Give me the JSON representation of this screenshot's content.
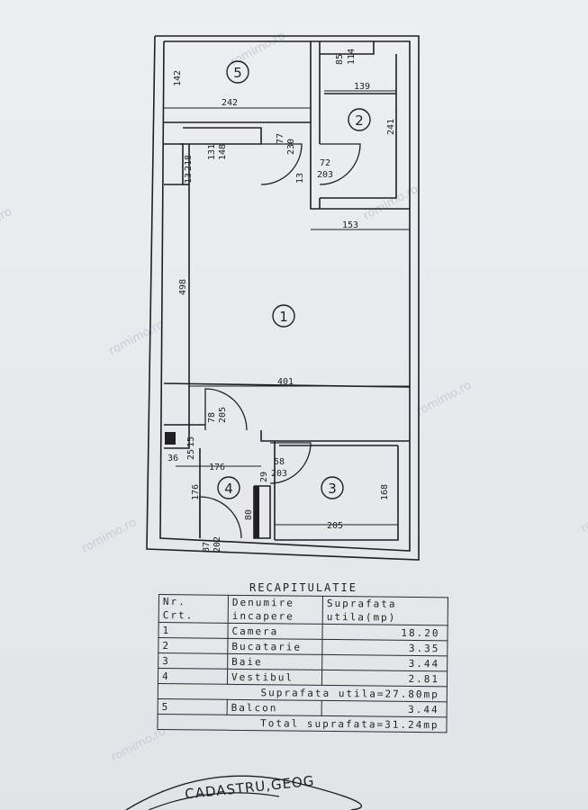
{
  "watermarks": [
    "romimo.ro",
    "romimo.ro",
    "romimo.ro",
    "romimo.ro",
    "romimo.ro",
    "romimo.ro",
    "romimo.ro",
    "romimo.ro"
  ],
  "room_labels": [
    "5",
    "2",
    "1",
    "4",
    "3"
  ],
  "dimensions": [
    "142",
    "242",
    "85",
    "114",
    "139",
    "241",
    "77",
    "230",
    "131",
    "148",
    "72",
    "203",
    "13",
    "218",
    "13",
    "153",
    "498",
    "401",
    "78",
    "205",
    "15",
    "25",
    "36",
    "176",
    "58",
    "203",
    "176",
    "29",
    "80",
    "205",
    "168",
    "87",
    "202"
  ],
  "recap": {
    "title": "RECAPITULATIE",
    "header": {
      "col1_line1": "Nr.",
      "col1_line2": "Crt.",
      "col2_line1": "Denumire",
      "col2_line2": "incapere",
      "col3_line1": "Suprafata",
      "col3_line2": "utila(mp)"
    },
    "rows": [
      {
        "nr": "1",
        "name": "Camera",
        "area": "18.20"
      },
      {
        "nr": "2",
        "name": "Bucatarie",
        "area": "3.35"
      },
      {
        "nr": "3",
        "name": "Baie",
        "area": "3.44"
      },
      {
        "nr": "4",
        "name": "Vestibul",
        "area": "2.81"
      }
    ],
    "subtotal": "Suprafata utila=27.80mp",
    "balcony": {
      "nr": "5",
      "name": "Balcon",
      "area": "3.44"
    },
    "total": "Total suprafata=31.24mp"
  },
  "stamp_text": "CADASTRU,GEOG"
}
